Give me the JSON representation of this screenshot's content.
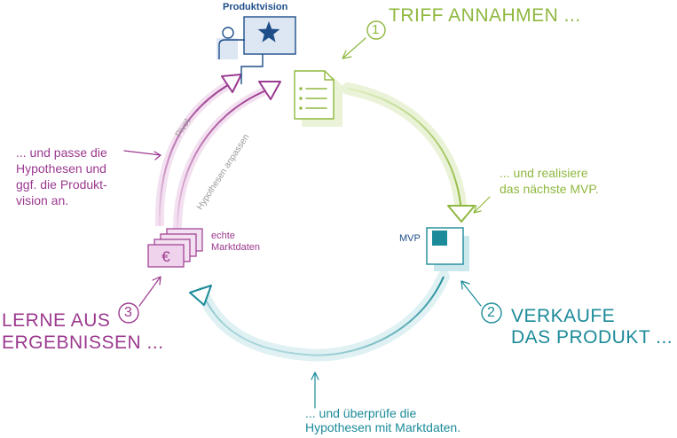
{
  "product_vision_label": "Produktvision",
  "step1": {
    "number": "1",
    "title": "TRIFF ANNAHMEN ...",
    "note": [
      "... und realisiere",
      "das nächste MVP."
    ]
  },
  "step2": {
    "number": "2",
    "title": [
      "VERKAUFE",
      "DAS PRODUKT ..."
    ],
    "note": [
      "... und überprüfe die",
      "Hypothesen mit Marktdaten."
    ]
  },
  "step3": {
    "number": "3",
    "title": [
      "LERNE AUS",
      "ERGEBNISSEN ..."
    ],
    "note": [
      "... und passe  die",
      "Hypothesen und",
      "ggf. die Produkt-",
      "vision an."
    ]
  },
  "mvp_label": "MVP",
  "market_data_label": [
    "echte",
    "Marktdaten"
  ],
  "currency_symbol": "€",
  "pivot_label": "Pivot",
  "adjust_hypotheses_label": "Hypothesen anpassen",
  "icons": [
    "person-icon",
    "star-icon",
    "document-icon",
    "mvp-box-icon",
    "money-icon"
  ],
  "colors": {
    "green": "#8fb83f",
    "teal": "#1b8b99",
    "purple": "#9b3a8f",
    "navy": "#1d4e89"
  }
}
